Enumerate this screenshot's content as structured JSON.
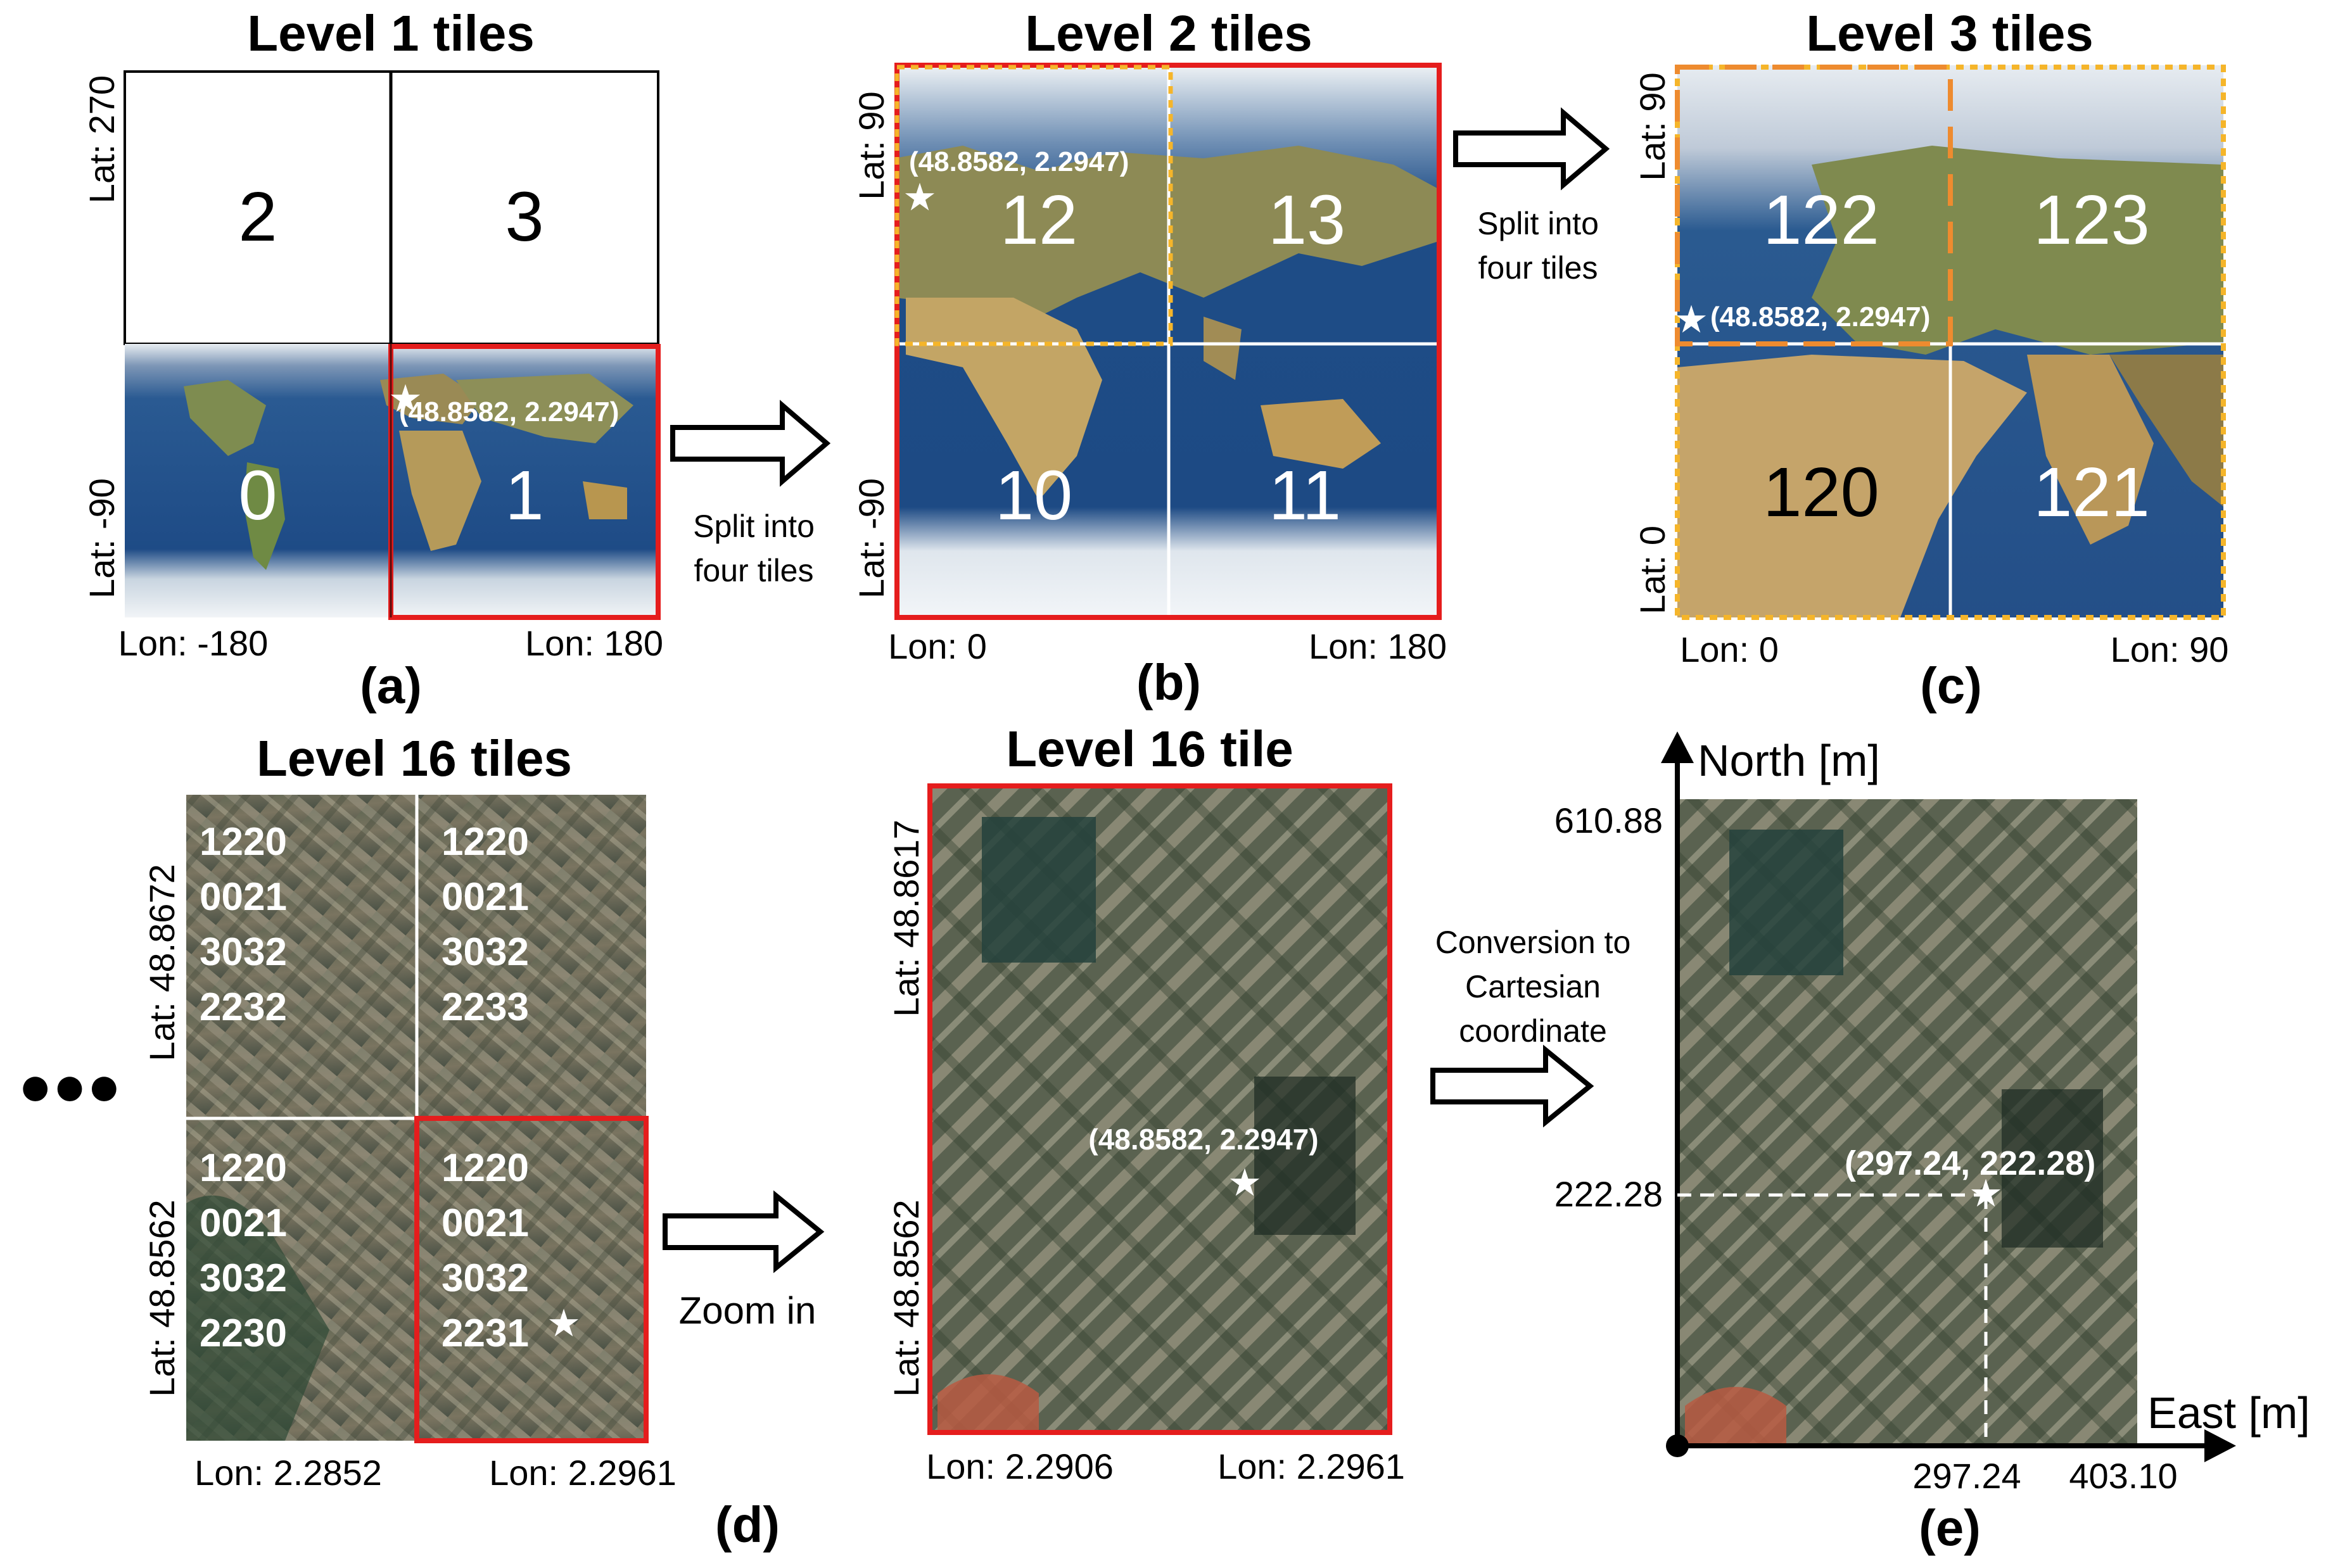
{
  "panel_a": {
    "title": "Level 1 tiles",
    "tiles": [
      "2",
      "3",
      "0",
      "1"
    ],
    "lat_top": "Lat: 270",
    "lat_bottom": "Lat: -90",
    "lon_left": "Lon: -180",
    "lon_right": "Lon: 180",
    "point": "(48.8582, 2.2947)",
    "caption": "(a)"
  },
  "arrow_ab": {
    "label_line1": "Split into",
    "label_line2": "four tiles"
  },
  "panel_b": {
    "title": "Level 2 tiles",
    "tiles": [
      "12",
      "13",
      "10",
      "11"
    ],
    "lat_top": "Lat: 90",
    "lat_bottom": "Lat: -90",
    "lon_left": "Lon: 0",
    "lon_right": "Lon: 180",
    "point": "(48.8582, 2.2947)",
    "caption": "(b)"
  },
  "arrow_bc": {
    "label_line1": "Split into",
    "label_line2": "four tiles"
  },
  "panel_c": {
    "title": "Level 3 tiles",
    "tiles": [
      "122",
      "123",
      "120",
      "121"
    ],
    "lat_top": "Lat: 90",
    "lat_bottom": "Lat: 0",
    "lon_left": "Lon: 0",
    "lon_right": "Lon: 90",
    "point": "(48.8582, 2.2947)",
    "caption": "(c)"
  },
  "panel_d": {
    "title": "Level 16 tiles",
    "ellipsis": "●●●",
    "tiles": [
      [
        "1220",
        "0021",
        "3032",
        "2232"
      ],
      [
        "1220",
        "0021",
        "3032",
        "2233"
      ],
      [
        "1220",
        "0021",
        "3032",
        "2230"
      ],
      [
        "1220",
        "0021",
        "3032",
        "2231"
      ]
    ],
    "lat_top": "Lat: 48.8672",
    "lat_bottom": "Lat: 48.8562",
    "lon_left": "Lon: 2.2852",
    "lon_right": "Lon: 2.2961",
    "caption": "(d)"
  },
  "arrow_zoom": {
    "label": "Zoom in"
  },
  "panel_zoom": {
    "title": "Level 16 tile",
    "lat_top": "Lat: 48.8617",
    "lat_bottom": "Lat: 48.8562",
    "lon_left": "Lon: 2.2906",
    "lon_right": "Lon: 2.2961",
    "point": "(48.8582, 2.2947)"
  },
  "arrow_convert": {
    "label_line1": "Conversion to",
    "label_line2": "Cartesian",
    "label_line3": "coordinate"
  },
  "panel_e": {
    "y_axis": "North [m]",
    "x_axis": "East [m]",
    "y_max": "610.88",
    "y_point": "222.28",
    "x_point": "297.24",
    "x_max": "403.10",
    "point": "(297.24, 222.28)",
    "caption": "(e)"
  },
  "colors": {
    "highlight_red": "#e51d1d",
    "dotted_yellow": "#f5b52a",
    "dashed_orange": "#ee8b2f",
    "ocean": "#1f4d86",
    "ice": "#e9eef3",
    "land": "#a98a55",
    "urban": "#6b6a56"
  }
}
